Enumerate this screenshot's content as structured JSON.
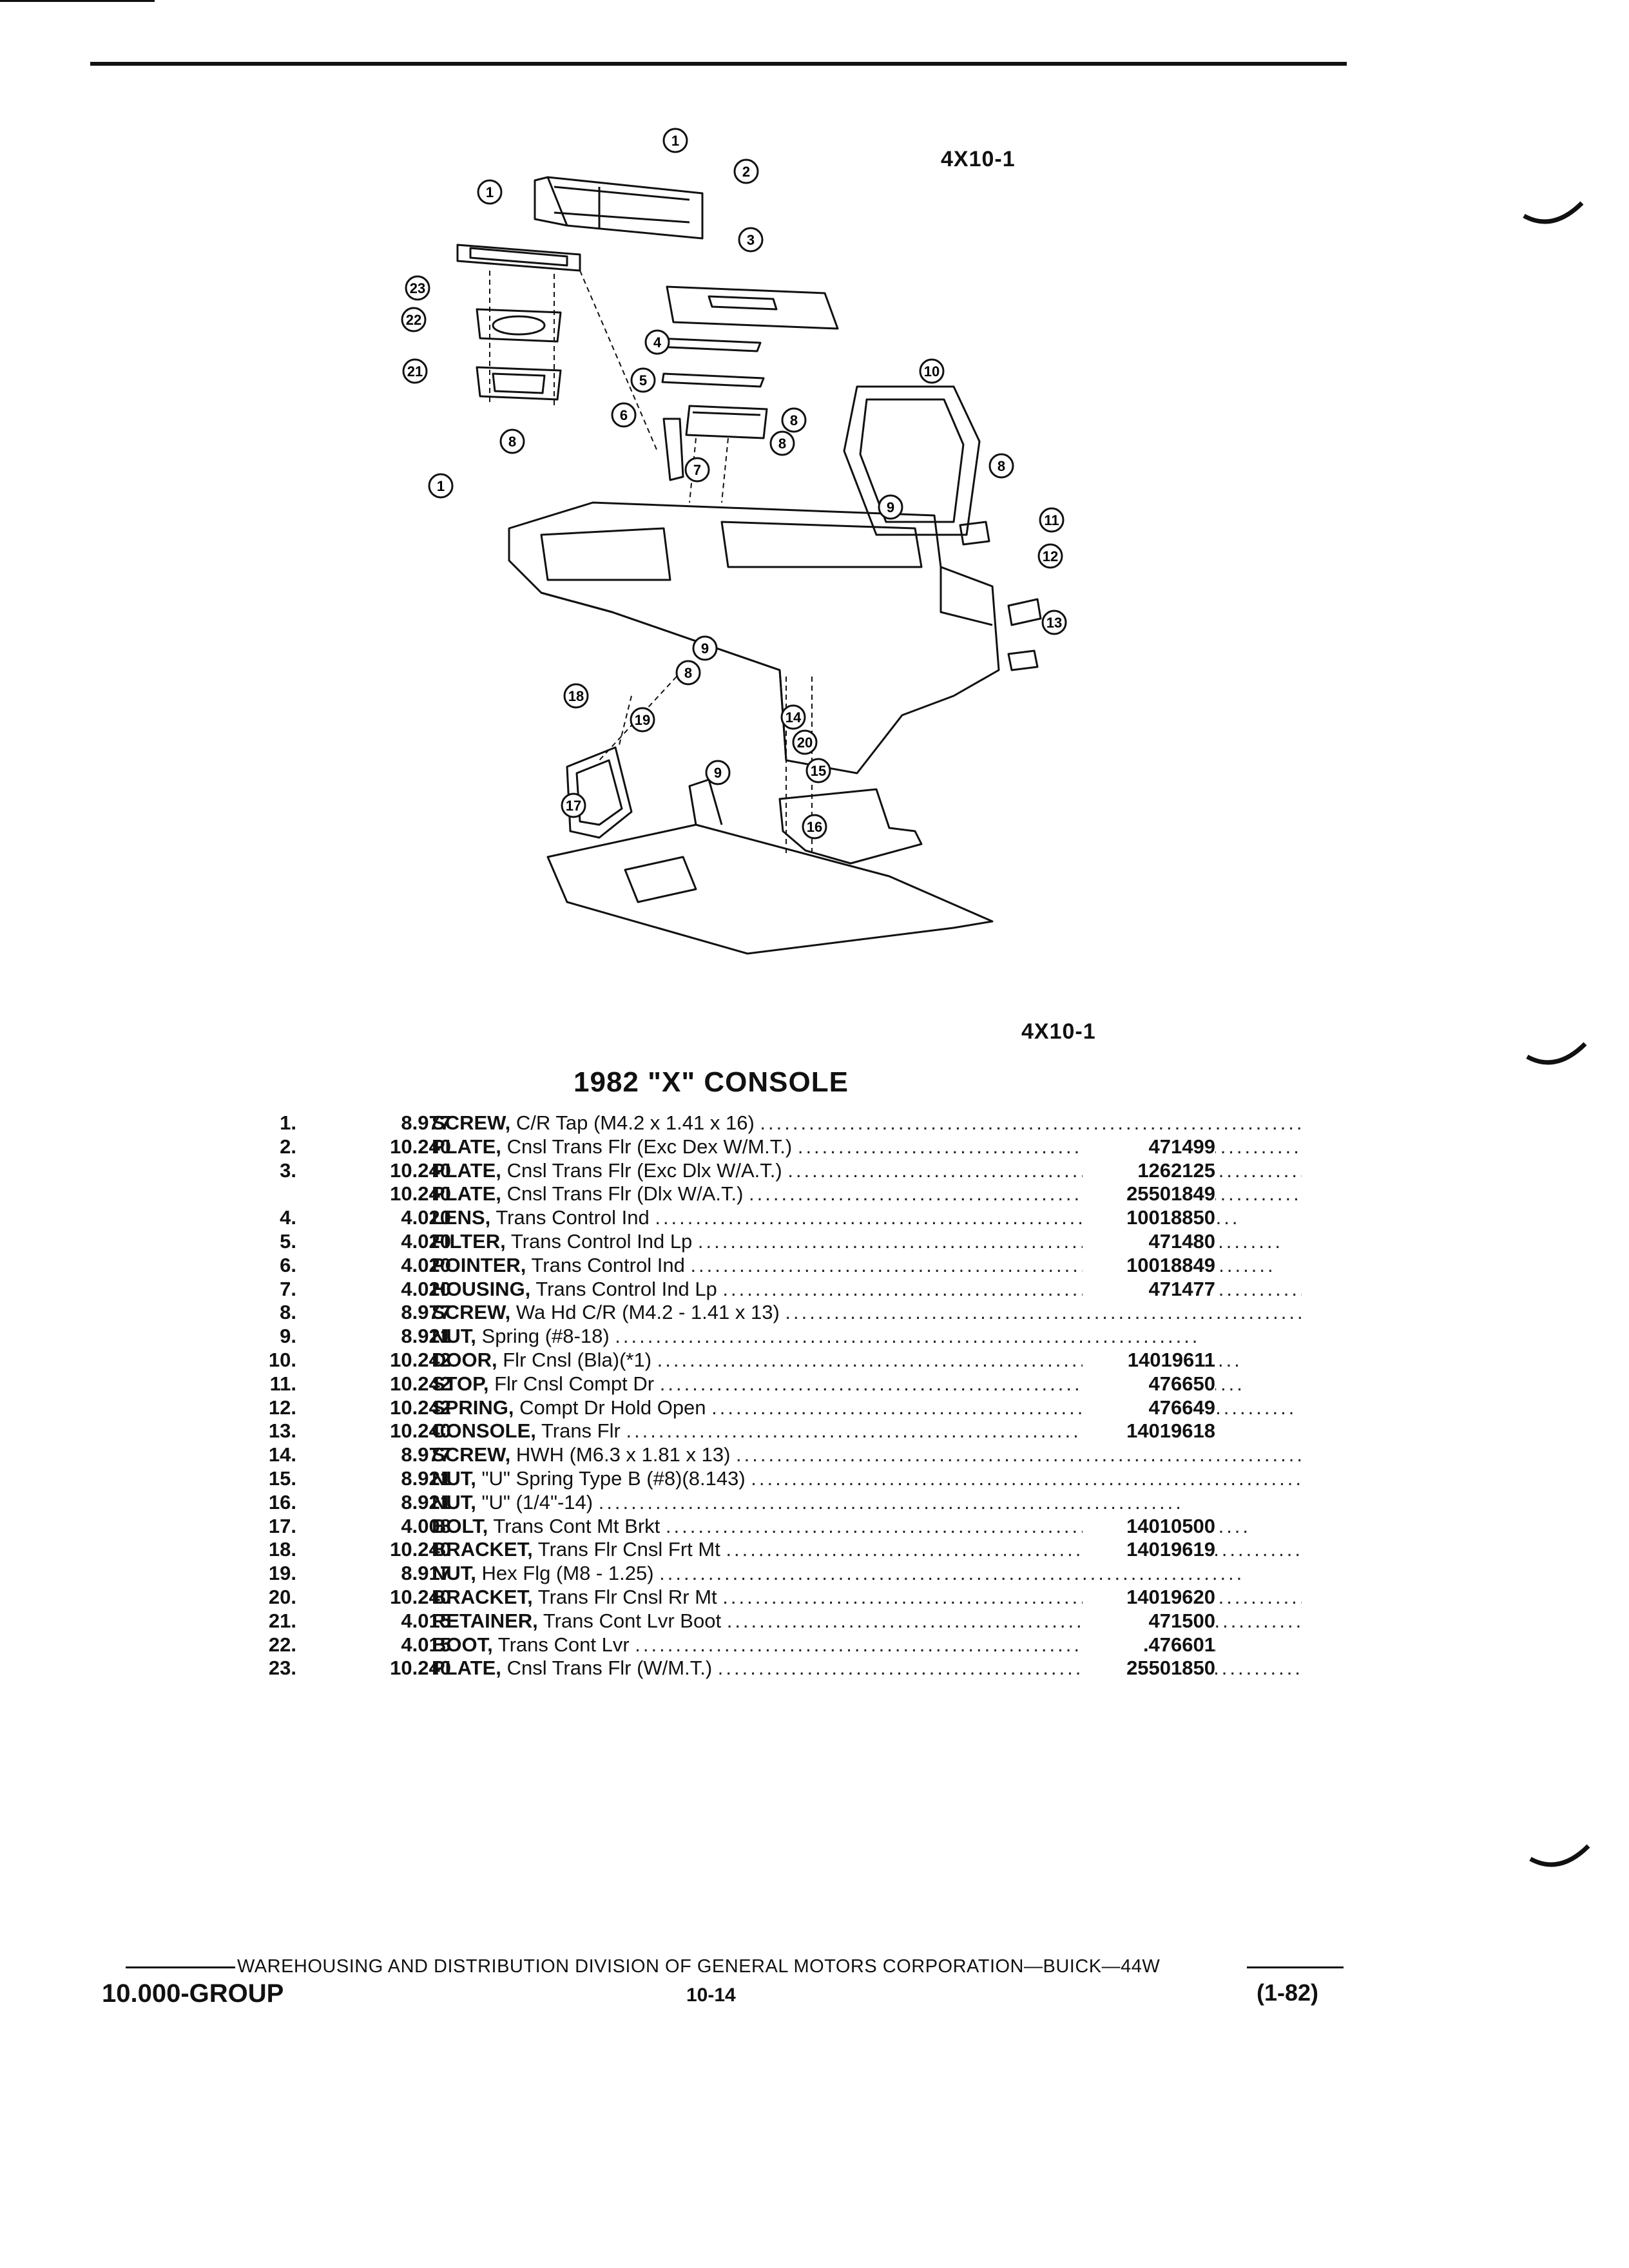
{
  "figure": {
    "code_top": "4X10-1",
    "code_bottom": "4X10-1"
  },
  "callouts": [
    "1",
    "1",
    "2",
    "3",
    "4",
    "5",
    "6",
    "7",
    "8",
    "8",
    "9",
    "10",
    "8",
    "11",
    "12",
    "13",
    "9",
    "8",
    "18",
    "19",
    "14",
    "20",
    "15",
    "9",
    "17",
    "16",
    "23",
    "22",
    "21",
    "8",
    "1"
  ],
  "title": "1982 \"X\" CONSOLE",
  "parts": [
    {
      "num": "1.",
      "group": "8.977",
      "name": "SCREW,",
      "desc": "C/R Tap (M4.2 x 1.41 x 16)",
      "part": ""
    },
    {
      "num": "2.",
      "group": "10.240",
      "name": "PLATE,",
      "desc": "Cnsl Trans Flr (Exc Dex W/M.T.)",
      "part": "471499"
    },
    {
      "num": "3.",
      "group": "10.240",
      "name": "PLATE,",
      "desc": "Cnsl Trans Flr (Exc Dlx W/A.T.)",
      "part": "1262125"
    },
    {
      "num": "",
      "group": "10.240",
      "name": "PLATE,",
      "desc": "Cnsl Trans Flr (Dlx W/A.T.)",
      "part": "25501849"
    },
    {
      "num": "4.",
      "group": "4.020",
      "name": "LENS,",
      "desc": "Trans Control Ind",
      "part": "10018850"
    },
    {
      "num": "5.",
      "group": "4.020",
      "name": "FILTER,",
      "desc": "Trans Control Ind Lp",
      "part": "471480"
    },
    {
      "num": "6.",
      "group": "4.020",
      "name": "POINTER,",
      "desc": "Trans Control Ind",
      "part": "10018849"
    },
    {
      "num": "7.",
      "group": "4.020",
      "name": "HOUSING,",
      "desc": "Trans Control Ind Lp",
      "part": "471477"
    },
    {
      "num": "8.",
      "group": "8.977",
      "name": "SCREW,",
      "desc": "Wa Hd C/R (M4.2 - 1.41 x 13)",
      "part": ""
    },
    {
      "num": "9.",
      "group": "8.921",
      "name": "NUT,",
      "desc": "Spring (#8-18)",
      "part": ""
    },
    {
      "num": "10.",
      "group": "10.242",
      "name": "DOOR,",
      "desc": "Flr Cnsl (Bla)(*1)",
      "part": "14019611"
    },
    {
      "num": "11.",
      "group": "10.242",
      "name": "STOP,",
      "desc": "Flr Cnsl Compt Dr",
      "part": "476650"
    },
    {
      "num": "12.",
      "group": "10.242",
      "name": "SPRING,",
      "desc": "Compt Dr Hold Open",
      "part": "476649"
    },
    {
      "num": "13.",
      "group": "10.240",
      "name": "CONSOLE,",
      "desc": "Trans Flr",
      "part": "14019618"
    },
    {
      "num": "14.",
      "group": "8.977",
      "name": "SCREW,",
      "desc": "HWH (M6.3 x 1.81 x 13)",
      "part": ""
    },
    {
      "num": "15.",
      "group": "8.921",
      "name": "NUT,",
      "desc": "\"U\" Spring Type B (#8)(8.143)",
      "part": ""
    },
    {
      "num": "16.",
      "group": "8.921",
      "name": "NUT,",
      "desc": "\"U\" (1/4\"-14)",
      "part": ""
    },
    {
      "num": "17.",
      "group": "4.008",
      "name": "BOLT,",
      "desc": "Trans Cont Mt Brkt",
      "part": "14010500"
    },
    {
      "num": "18.",
      "group": "10.240",
      "name": "BRACKET,",
      "desc": "Trans Flr Cnsl Frt Mt",
      "part": "14019619"
    },
    {
      "num": "19.",
      "group": "8.917",
      "name": "NUT,",
      "desc": "Hex Flg (M8 - 1.25)",
      "part": ""
    },
    {
      "num": "20.",
      "group": "10.240",
      "name": "BRACKET,",
      "desc": "Trans Flr Cnsl Rr Mt",
      "part": "14019620"
    },
    {
      "num": "21.",
      "group": "4.015",
      "name": "RETAINER,",
      "desc": "Trans Cont Lvr Boot",
      "part": "471500"
    },
    {
      "num": "22.",
      "group": "4.015",
      "name": "BOOT,",
      "desc": "Trans Cont Lvr",
      "part": ".476601"
    },
    {
      "num": "23.",
      "group": "10.240",
      "name": "PLATE,",
      "desc": "Cnsl Trans Flr (W/M.T.)",
      "part": "25501850"
    }
  ],
  "footer": {
    "division": "WAREHOUSING AND DISTRIBUTION DIVISION OF GENERAL MOTORS CORPORATION—BUICK—44W",
    "group": "10.000-GROUP",
    "page": "10-14",
    "revision": "(1-82)"
  }
}
